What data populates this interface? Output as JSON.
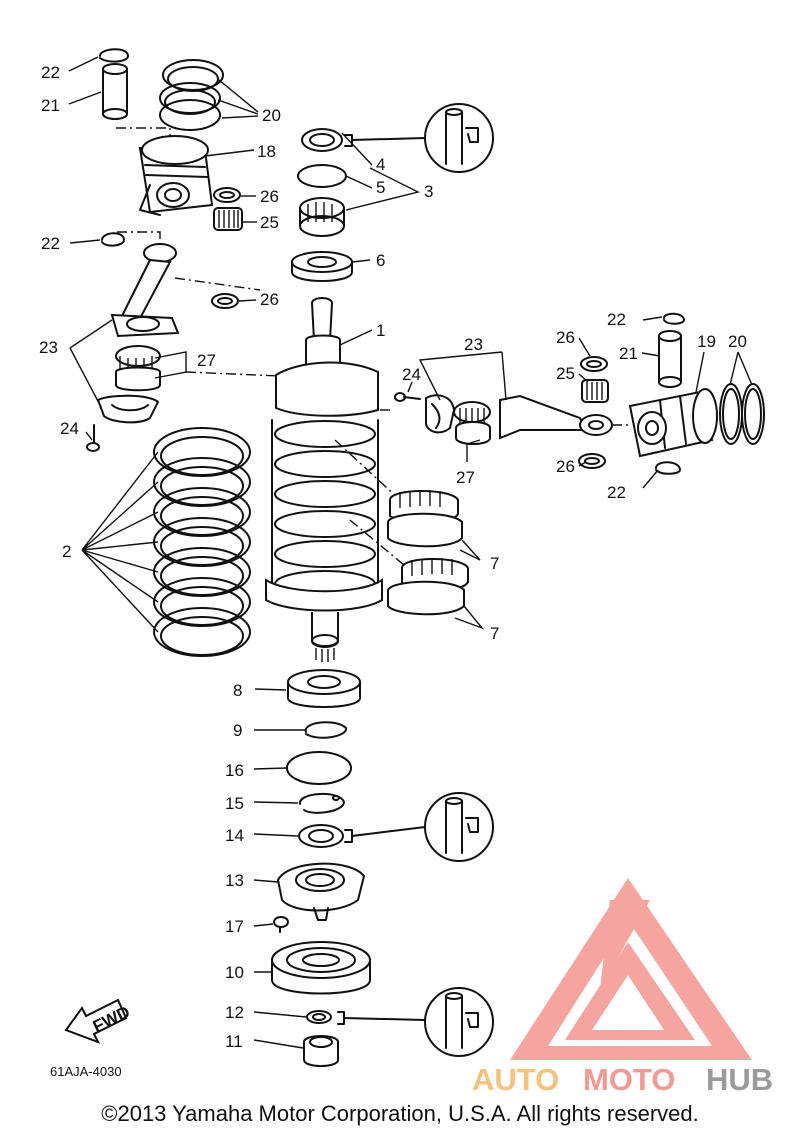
{
  "callouts": [
    "1",
    "2",
    "3",
    "4",
    "5",
    "6",
    "7",
    "8",
    "9",
    "10",
    "11",
    "12",
    "13",
    "14",
    "15",
    "16",
    "17",
    "18",
    "19",
    "20",
    "21",
    "22",
    "23",
    "24",
    "25",
    "26",
    "27"
  ],
  "labels": {
    "n22a": "22",
    "n21a": "21",
    "n20a": "20",
    "n18": "18",
    "n26a": "26",
    "n25a": "25",
    "n22b": "22",
    "n26b": "26",
    "n23a": "23",
    "n27a": "27",
    "n24a": "24",
    "n2": "2",
    "n4": "4",
    "n5": "5",
    "n3": "3",
    "n6": "6",
    "n1": "1",
    "n23b": "23",
    "n24b": "24",
    "n27b": "27",
    "n26c": "26",
    "n21b": "21",
    "n19": "19",
    "n20b": "20",
    "n22c": "22",
    "n25b": "25",
    "n26d": "26",
    "n22d": "22",
    "n7a": "7",
    "n7b": "7",
    "n8": "8",
    "n9": "9",
    "n16": "16",
    "n15": "15",
    "n14": "14",
    "n13": "13",
    "n17": "17",
    "n10": "10",
    "n12": "12",
    "n11": "11"
  },
  "fwd_label": "FWD",
  "diagram_code": "61AJA-4030",
  "watermark": {
    "auto": "AUTO",
    "moto": "MOTO",
    "hub": "HUB",
    "colors": {
      "logo": "#f5a09a",
      "auto": "#f7c27c",
      "moto": "#f49a93",
      "hub": "#9a9a9a"
    }
  },
  "copyright": "©2013 Yamaha Motor Corporation, U.S.A. All rights reserved."
}
